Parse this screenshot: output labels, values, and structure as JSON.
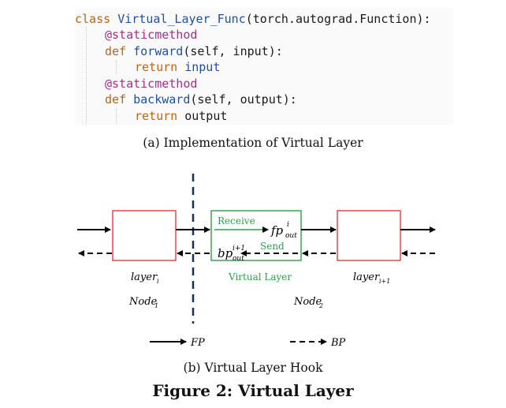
{
  "code": {
    "lines": [
      {
        "kw": "class ",
        "name": "Virtual_Layer_Func",
        "rest": "(torch.autograd.Function):"
      },
      {
        "deco": "@staticmethod"
      },
      {
        "kw": "def ",
        "name": "forward",
        "rest": "(self, input):"
      },
      {
        "kw": "return ",
        "name": "input",
        "rest": ""
      },
      {
        "deco": "@staticmethod"
      },
      {
        "kw": "def ",
        "name": "backward",
        "rest": "(self, output):"
      },
      {
        "kw": "return ",
        "name": "output",
        "rest": ""
      }
    ]
  },
  "caption_a": "(a)  Implementation of Virtual Layer",
  "diagram": {
    "layer_i": "layer",
    "layer_i_sub": "i",
    "layer_i1": "layer",
    "layer_i1_sub": "i+1",
    "node1": "Node",
    "node1_sub": "1",
    "node2": "Node",
    "node2_sub": "2",
    "receive": "Receive",
    "send": "Send",
    "virtual_layer": "Virtual Layer",
    "fp_out": "fp",
    "fp_out_sup": "i",
    "fp_out_sub": "out",
    "bp_out": "bp",
    "bp_out_sup": "i+1",
    "bp_out_sub": "out",
    "legend_fp": "FP",
    "legend_bp": "BP",
    "colors": {
      "red_box": "#e23b3b",
      "green_box": "#2e9e48",
      "node_line": "#1c2d5a"
    }
  },
  "caption_b": "(b)  Virtual Layer Hook",
  "figure_title": "Figure 2: Virtual Layer"
}
